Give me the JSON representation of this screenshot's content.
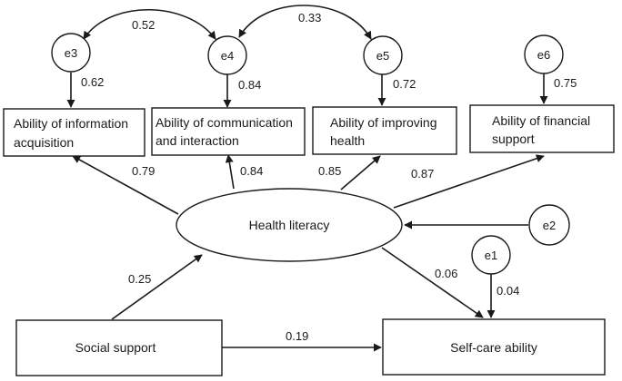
{
  "diagram": {
    "nodes": {
      "info": {
        "line1": "Ability of information",
        "line2": "acquisition"
      },
      "comm": {
        "line1": "Ability of communication",
        "line2": "and interaction"
      },
      "improve": {
        "line1": "Ability of improving",
        "line2": "health"
      },
      "financial": {
        "line1": "Ability of financial",
        "line2": "support"
      },
      "literacy": {
        "label": "Health literacy"
      },
      "social": {
        "label": "Social support"
      },
      "selfcare": {
        "label": "Self-care ability"
      }
    },
    "errors": {
      "e3": "e3",
      "e4": "e4",
      "e5": "e5",
      "e6": "e6",
      "e2": "e2",
      "e1": "e1"
    },
    "coefficients": {
      "cov_e3_e4": "0.52",
      "cov_e4_e5": "0.33",
      "e3_info": "0.62",
      "e4_comm": "0.84",
      "e5_improve": "0.72",
      "e6_financial": "0.75",
      "lit_info": "0.79",
      "lit_comm": "0.84",
      "lit_improve": "0.85",
      "lit_financial": "0.87",
      "social_lit": "0.25",
      "lit_selfcare": "0.06",
      "e1_selfcare": "0.04",
      "social_selfcare": "0.19"
    }
  }
}
